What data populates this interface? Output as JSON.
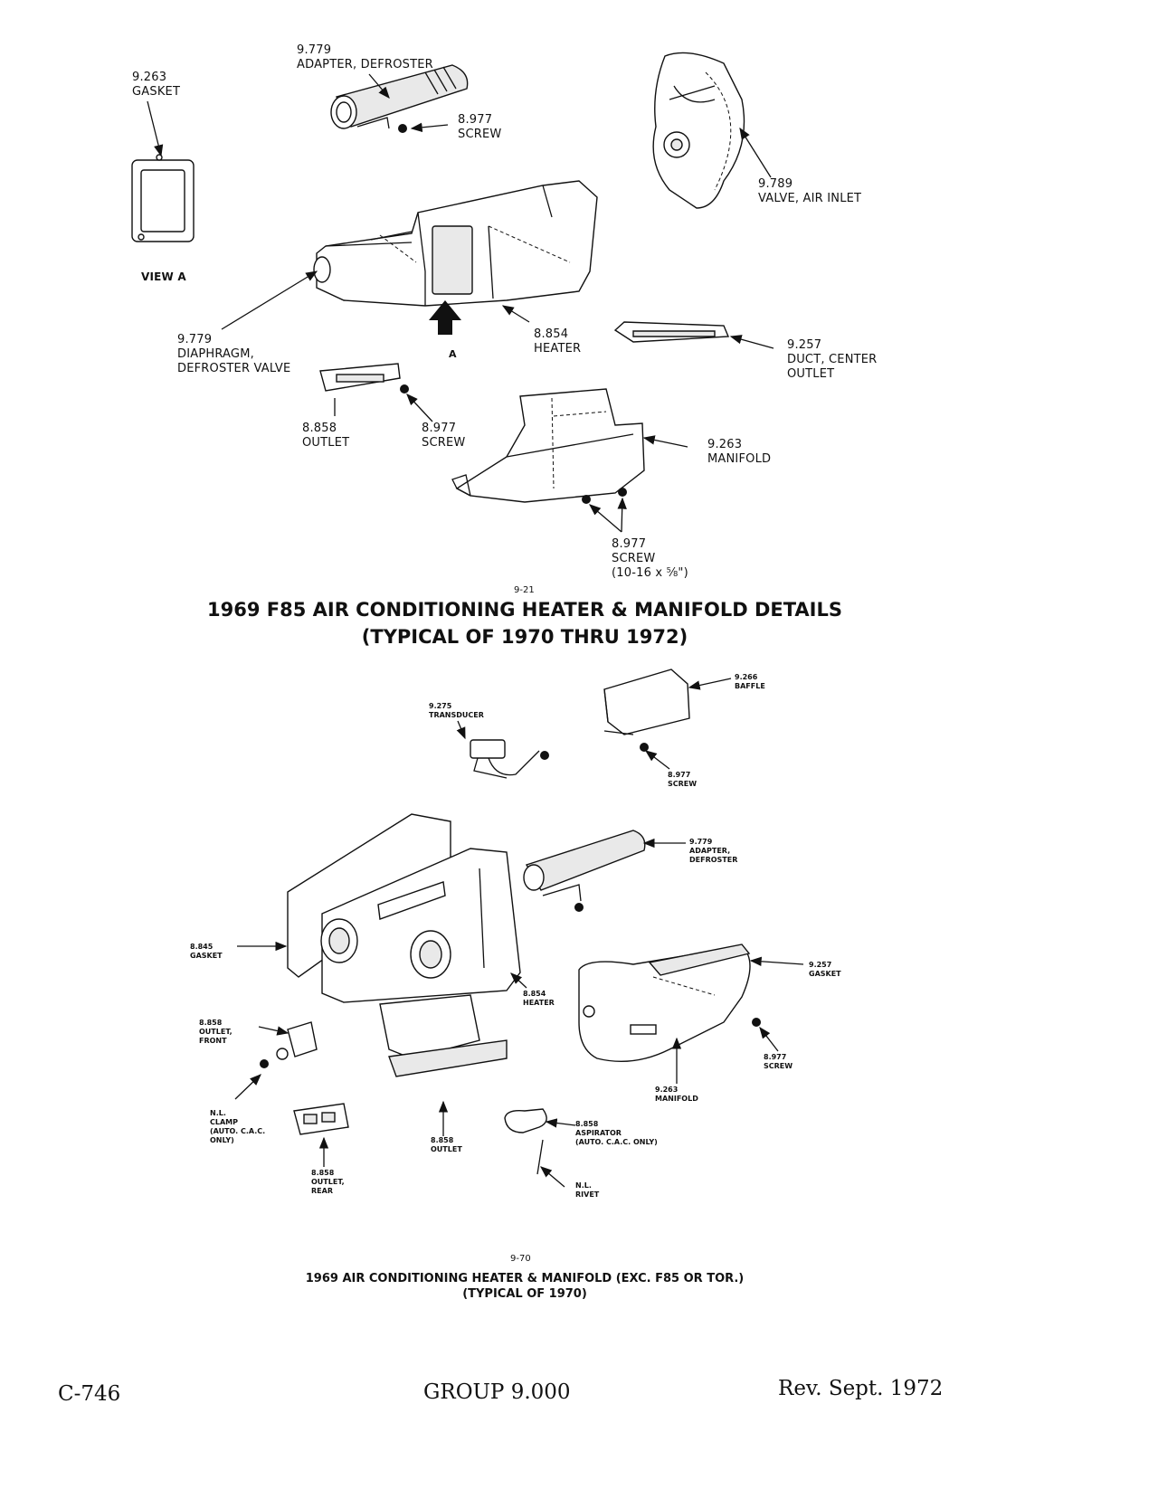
{
  "figure1": {
    "fig_no": "9-21",
    "title_line1": "1969 F85 AIR CONDITIONING HEATER & MANIFOLD DETAILS",
    "title_line2": "(TYPICAL OF 1970 THRU 1972)",
    "view_label": "VIEW A",
    "arrow_label": "A",
    "callouts": {
      "gasket_view_a": "9.263\nGASKET",
      "adapter_defroster": "9.779\nADAPTER, DEFROSTER",
      "screw_top": "8.977\nSCREW",
      "valve_air_inlet": "9.789\nVALVE, AIR INLET",
      "diaphragm": "9.779\nDIAPHRAGM,\nDEFROSTER VALVE",
      "heater": "8.854\nHEATER",
      "duct_center_outlet": "9.257\nDUCT, CENTER\nOUTLET",
      "outlet": "8.858\nOUTLET",
      "screw_mid": "8.977\nSCREW",
      "manifold": "9.263\nMANIFOLD",
      "screw_bottom": "8.977\nSCREW\n(10-16 x ⅝\")"
    }
  },
  "figure2": {
    "fig_no": "9-70",
    "title_line1": "1969 AIR CONDITIONING HEATER & MANIFOLD (EXC. F85 OR TOR.)",
    "title_line2": "(TYPICAL OF 1970)",
    "callouts": {
      "baffle": "9.266\nBAFFLE",
      "transducer": "9.275\nTRANSDUCER",
      "screw_baffle": "8.977\nSCREW",
      "adapter_defroster": "9.779\nADAPTER,\nDEFROSTER",
      "gasket_left": "8.845\nGASKET",
      "gasket_right": "9.257\nGASKET",
      "heater": "8.854\nHEATER",
      "outlet_front": "8.858\nOUTLET,\nFRONT",
      "screw_manifold": "8.977\nSCREW",
      "manifold": "9.263\nMANIFOLD",
      "clamp": "N.L.\nCLAMP\n(AUTO. C.A.C.\nONLY)",
      "outlet_bottom": "8.858\nOUTLET",
      "aspirator": "8.858\nASPIRATOR\n(AUTO. C.A.C. ONLY)",
      "outlet_rear": "8.858\nOUTLET,\nREAR",
      "rivet": "N.L.\nRIVET"
    }
  },
  "footer": {
    "page_code": "C-746",
    "group": "GROUP 9.000",
    "revision": "Rev. Sept. 1972"
  }
}
